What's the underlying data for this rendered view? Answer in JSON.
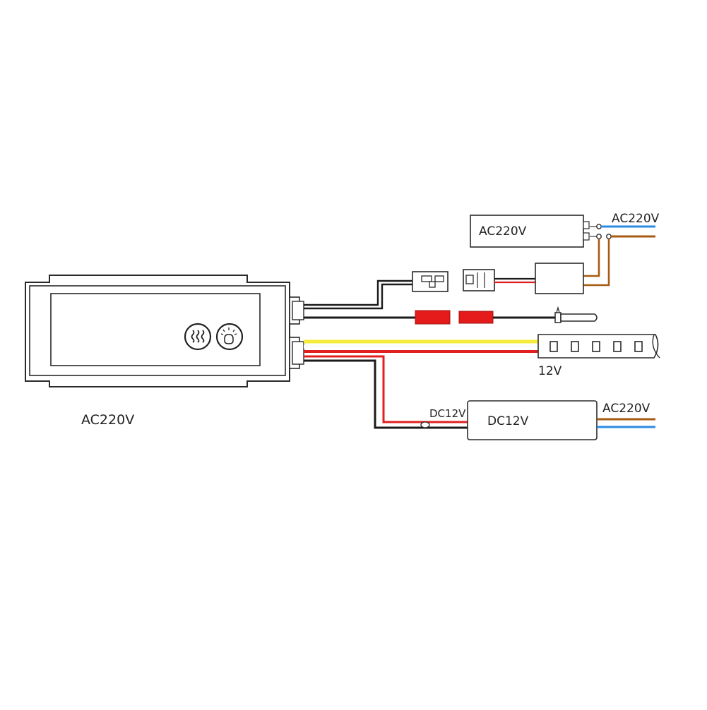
{
  "labels": {
    "main_unit": "AC220V",
    "psu_top": "AC220V",
    "psu_top_input": "AC220V",
    "psu_bottom": "DC12V",
    "psu_bottom_input": "AC220V",
    "dc_wire": "DC12V",
    "led_strip": "12V"
  },
  "icons": {
    "button_left": "defog-heat-icon",
    "button_right": "light-touch-icon"
  },
  "wire_colors": {
    "black": "#1a1a1a",
    "red": "#e02020",
    "yellow": "#f5ec3a",
    "white": "#ffffff",
    "blue": "#2b8be0",
    "brown": "#a65a12",
    "gray": "#888888"
  }
}
